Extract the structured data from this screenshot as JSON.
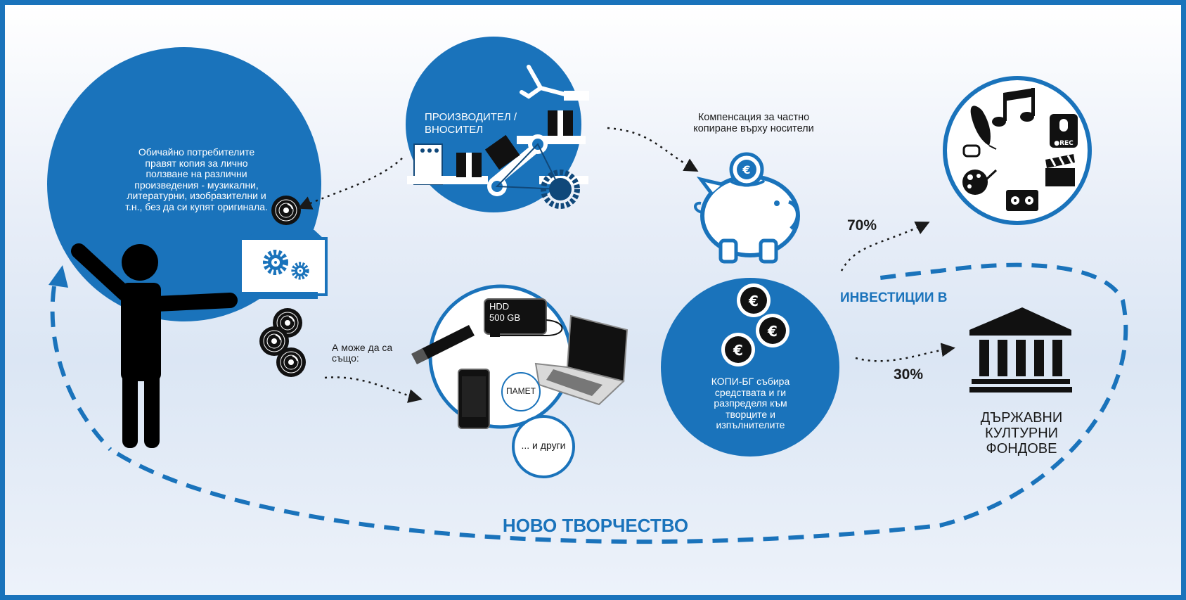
{
  "texts": {
    "consumer_note": "Обичайно потребителите правят копия за лично ползване на различни произведения - музикални, литературни, изобразителни и т.н., без да си купят оригинала.",
    "producer": "ПРОИЗВОДИТЕЛ / ВНОСИТЕЛ",
    "compensation": "Компенсация за частно копиране върху носители",
    "also": "А може да са също:",
    "hdd": "HDD\n500 GB",
    "memory": "ПАМЕТ",
    "others": "... и други",
    "kopi_bg": "КОПИ-БГ събира средствата и ги разпределя към творците и изпълнителите",
    "percent_70": "70%",
    "percent_30": "30%",
    "investments": "ИНВЕСТИЦИИ В",
    "funds": "ДЪРЖАВНИ КУЛТУРНИ ФОНДОВЕ",
    "new_creativity": "НОВО ТВОРЧЕСТВО",
    "rec": "●REC",
    "euro": "€"
  },
  "colors": {
    "brand_blue": "#1a73bb",
    "dark": "#111111",
    "white": "#ffffff"
  }
}
